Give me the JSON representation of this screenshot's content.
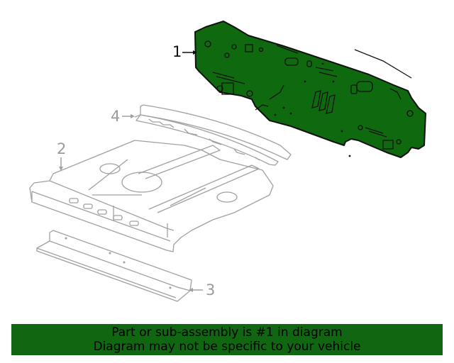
{
  "diagram": {
    "highlight_color": "#0f6a0f",
    "outline_color": "#111111",
    "inactive_color": "#a0a0a0",
    "callouts": [
      {
        "number": "1",
        "part": "rear-panel",
        "highlighted": true
      },
      {
        "number": "2",
        "part": "rear-floor-pan",
        "highlighted": false
      },
      {
        "number": "3",
        "part": "crossmember",
        "highlighted": false
      },
      {
        "number": "4",
        "part": "upper-reinforcement",
        "highlighted": false
      }
    ]
  },
  "banner": {
    "line1": "Part or sub-assembly is #1 in diagram",
    "line2": "Diagram may not be specific to your vehicle",
    "background": "#116611"
  }
}
